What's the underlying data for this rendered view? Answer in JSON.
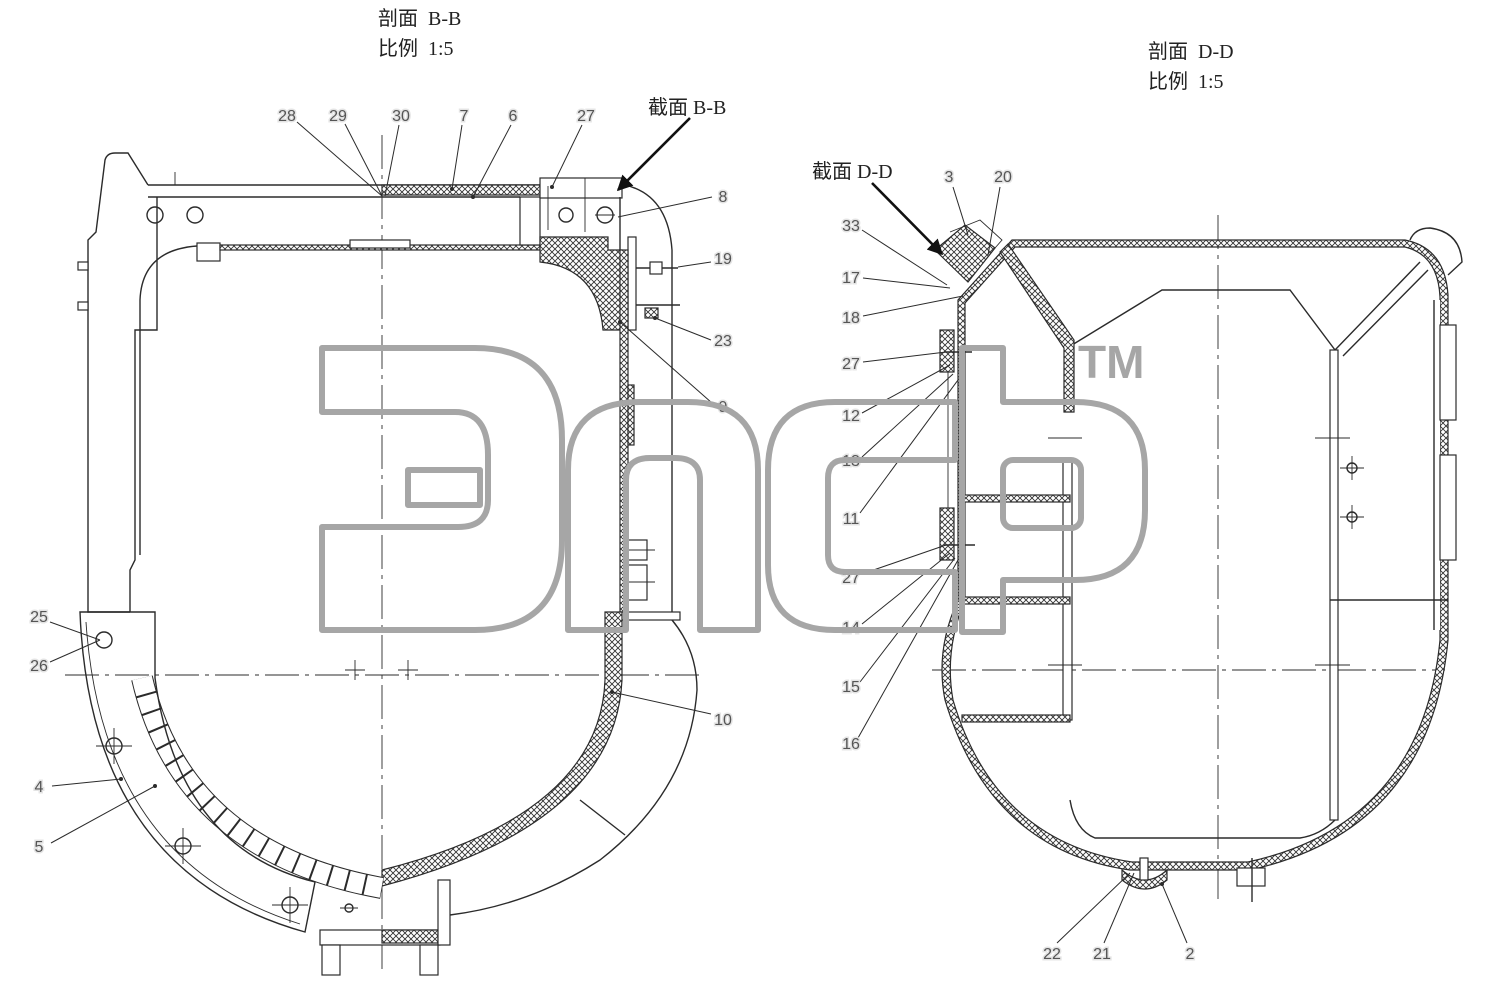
{
  "drawing": {
    "section_bb": {
      "title": "剖面  B-B",
      "scale": "比例  1:5",
      "cut_label": "截面 B-B"
    },
    "section_dd": {
      "title": "剖面  D-D",
      "scale": "比例  1:5",
      "cut_label": "截面 D-D"
    }
  },
  "callouts_bb": [
    "28",
    "29",
    "30",
    "7",
    "6",
    "27",
    "8",
    "19",
    "23",
    "9",
    "10",
    "25",
    "26",
    "4",
    "5"
  ],
  "callouts_dd": [
    "3",
    "20",
    "33",
    "17",
    "18",
    "27",
    "12",
    "13",
    "11",
    "27",
    "14",
    "15",
    "16",
    "22",
    "21",
    "2"
  ],
  "watermark": {
    "trademark": "TM"
  },
  "colors": {
    "line": "#2b2b2b",
    "callout_text": "#555555",
    "watermark": "#a6a6a6"
  }
}
